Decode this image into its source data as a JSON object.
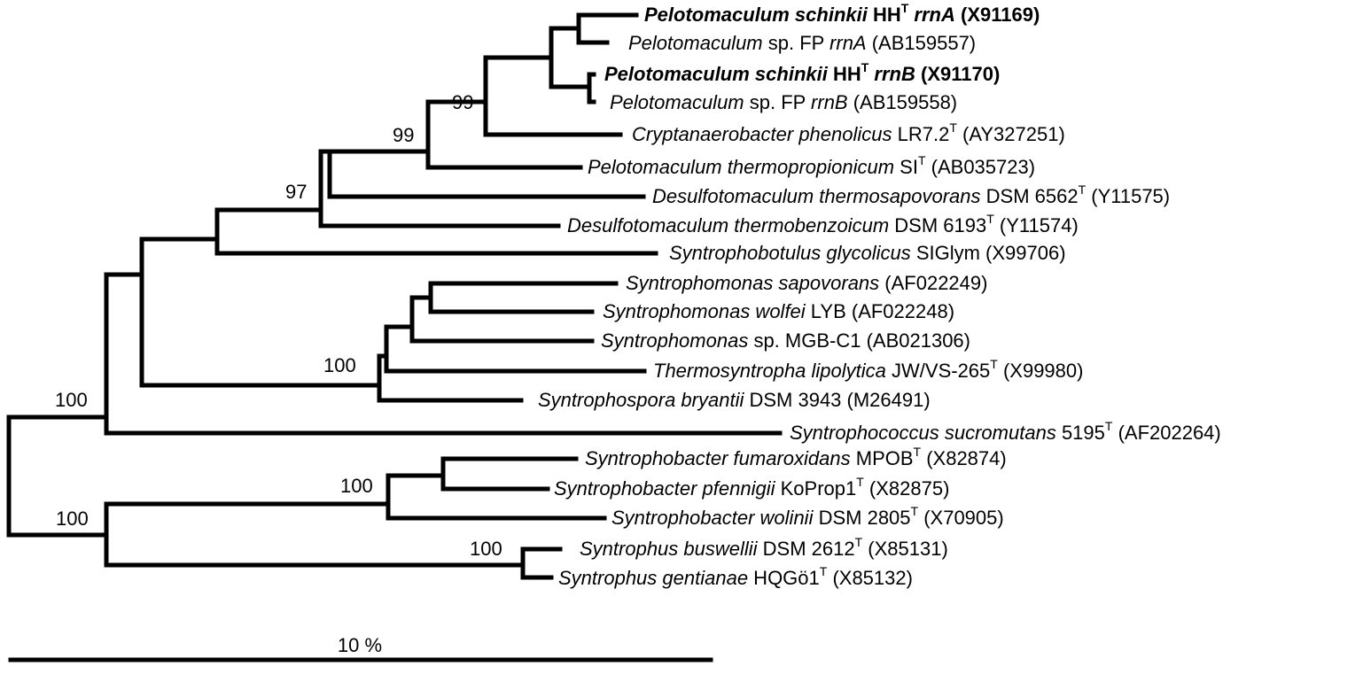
{
  "scale_bar": {
    "label": "10 %"
  },
  "taxa": [
    {
      "id": "t1",
      "bold": true,
      "parts": [
        {
          "t": "Pelotomaculum schinkii",
          "i": true
        },
        {
          "t": " HH"
        },
        {
          "t": "T",
          "sup": true
        },
        {
          "t": " "
        },
        {
          "t": "rrnA",
          "i": true
        },
        {
          "t": " (X91169)"
        }
      ]
    },
    {
      "id": "t2",
      "bold": false,
      "parts": [
        {
          "t": "Pelotomaculum",
          "i": true
        },
        {
          "t": " sp. FP "
        },
        {
          "t": "rrnA",
          "i": true
        },
        {
          "t": " (AB159557)"
        }
      ]
    },
    {
      "id": "t3",
      "bold": true,
      "parts": [
        {
          "t": "Pelotomaculum schinkii",
          "i": true
        },
        {
          "t": " HH"
        },
        {
          "t": "T",
          "sup": true
        },
        {
          "t": " "
        },
        {
          "t": "rrnB",
          "i": true
        },
        {
          "t": " (X91170)"
        }
      ]
    },
    {
      "id": "t4",
      "bold": false,
      "parts": [
        {
          "t": "Pelotomaculum",
          "i": true
        },
        {
          "t": " sp. FP "
        },
        {
          "t": "rrnB",
          "i": true
        },
        {
          "t": " (AB159558)"
        }
      ]
    },
    {
      "id": "t5",
      "bold": false,
      "parts": [
        {
          "t": "Cryptanaerobacter phenolicus",
          "i": true
        },
        {
          "t": " LR7.2"
        },
        {
          "t": "T",
          "sup": true
        },
        {
          "t": " (AY327251)"
        }
      ]
    },
    {
      "id": "t6",
      "bold": false,
      "parts": [
        {
          "t": "Pelotomaculum thermopropionicum",
          "i": true
        },
        {
          "t": " SI"
        },
        {
          "t": "T",
          "sup": true
        },
        {
          "t": " (AB035723)"
        }
      ]
    },
    {
      "id": "t7",
      "bold": false,
      "parts": [
        {
          "t": "Desulfotomaculum thermosapovorans",
          "i": true
        },
        {
          "t": " DSM 6562"
        },
        {
          "t": "T",
          "sup": true
        },
        {
          "t": " (Y11575)"
        }
      ]
    },
    {
      "id": "t8",
      "bold": false,
      "parts": [
        {
          "t": "Desulfotomaculum thermobenzoicum",
          "i": true
        },
        {
          "t": " DSM 6193"
        },
        {
          "t": "T",
          "sup": true
        },
        {
          "t": " (Y11574)"
        }
      ]
    },
    {
      "id": "t9",
      "bold": false,
      "parts": [
        {
          "t": "Syntrophobotulus glycolicus",
          "i": true
        },
        {
          "t": " SIGlym (X99706)"
        }
      ]
    },
    {
      "id": "t10",
      "bold": false,
      "parts": [
        {
          "t": "Syntrophomonas sapovorans",
          "i": true
        },
        {
          "t": " (AF022249)"
        }
      ]
    },
    {
      "id": "t11",
      "bold": false,
      "parts": [
        {
          "t": "Syntrophomonas wolfei",
          "i": true
        },
        {
          "t": " LYB (AF022248)"
        }
      ]
    },
    {
      "id": "t12",
      "bold": false,
      "parts": [
        {
          "t": "Syntrophomonas",
          "i": true
        },
        {
          "t": " sp. MGB-C1 (AB021306)"
        }
      ]
    },
    {
      "id": "t13",
      "bold": false,
      "parts": [
        {
          "t": "Thermosyntropha lipolytica",
          "i": true
        },
        {
          "t": " JW/VS-265"
        },
        {
          "t": "T",
          "sup": true
        },
        {
          "t": " (X99980)"
        }
      ]
    },
    {
      "id": "t14",
      "bold": false,
      "parts": [
        {
          "t": "Syntrophospora bryantii",
          "i": true
        },
        {
          "t": " DSM 3943 (M26491)"
        }
      ]
    },
    {
      "id": "t15",
      "bold": false,
      "parts": [
        {
          "t": "Syntrophococcus sucromutans",
          "i": true
        },
        {
          "t": " 5195"
        },
        {
          "t": "T",
          "sup": true
        },
        {
          "t": " (AF202264)"
        }
      ]
    },
    {
      "id": "t16",
      "bold": false,
      "parts": [
        {
          "t": "Syntrophobacter fumaroxidans",
          "i": true
        },
        {
          "t": " MPOB"
        },
        {
          "t": "T",
          "sup": true
        },
        {
          "t": " (X82874)"
        }
      ]
    },
    {
      "id": "t17",
      "bold": false,
      "parts": [
        {
          "t": "Syntrophobacter pfennigii",
          "i": true
        },
        {
          "t": " KoProp1"
        },
        {
          "t": "T",
          "sup": true
        },
        {
          "t": " (X82875)"
        }
      ]
    },
    {
      "id": "t18",
      "bold": false,
      "parts": [
        {
          "t": "Syntrophobacter wolinii",
          "i": true
        },
        {
          "t": " DSM 2805"
        },
        {
          "t": "T",
          "sup": true
        },
        {
          "t": " (X70905)"
        }
      ]
    },
    {
      "id": "t19",
      "bold": false,
      "parts": [
        {
          "t": "Syntrophus buswellii",
          "i": true
        },
        {
          "t": " DSM 2612"
        },
        {
          "t": "T",
          "sup": true
        },
        {
          "t": " (X85131)"
        }
      ]
    },
    {
      "id": "t20",
      "bold": false,
      "parts": [
        {
          "t": "Syntrophus gentianae",
          "i": true
        },
        {
          "t": " HQGö1"
        },
        {
          "t": "T",
          "sup": true
        },
        {
          "t": " (X85132)"
        }
      ]
    }
  ],
  "bootstraps": [
    {
      "id": "b1",
      "value": "99"
    },
    {
      "id": "b2",
      "value": "99"
    },
    {
      "id": "b3",
      "value": "97"
    },
    {
      "id": "b4",
      "value": "100"
    },
    {
      "id": "b5",
      "value": "100"
    },
    {
      "id": "b6",
      "value": "100"
    },
    {
      "id": "b7",
      "value": "100"
    },
    {
      "id": "b8",
      "value": "100"
    }
  ]
}
